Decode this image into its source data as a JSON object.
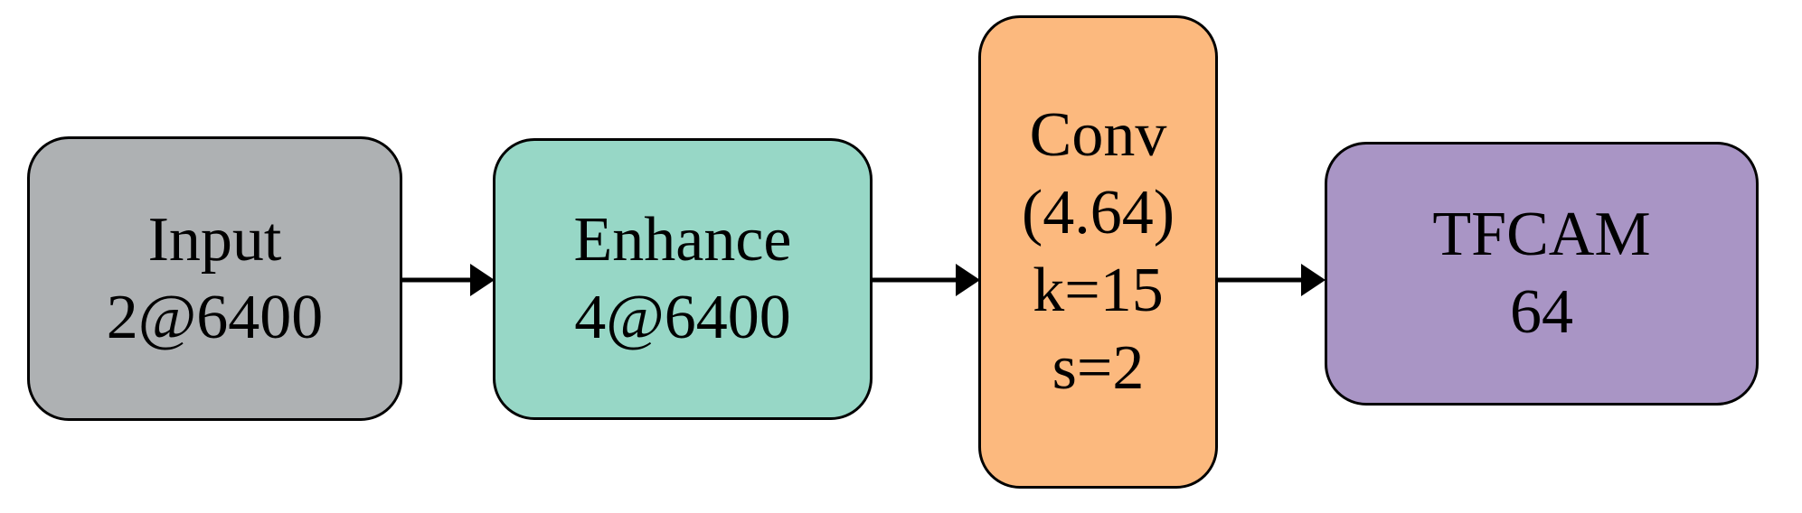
{
  "figure": {
    "title": "network-pipeline-flow-diagram",
    "background": "#ffffff",
    "border_color": "#000000",
    "text_color": "#000000",
    "arrow_color": "#000000",
    "boxes": [
      {
        "id": "input",
        "lines": [
          "Input",
          "2@6400"
        ],
        "fill": "#aeb1b3"
      },
      {
        "id": "enhance",
        "lines": [
          "Enhance",
          "4@6400"
        ],
        "fill": "#97d7c6"
      },
      {
        "id": "conv",
        "lines": [
          "Conv",
          "(4.64)",
          "k=15",
          "s=2"
        ],
        "fill": "#fcb97e"
      },
      {
        "id": "tfcam",
        "lines": [
          "TFCAM",
          "64"
        ],
        "fill": "#a995c5"
      }
    ],
    "arrows": [
      {
        "from": "input",
        "to": "enhance"
      },
      {
        "from": "enhance",
        "to": "conv"
      },
      {
        "from": "conv",
        "to": "tfcam"
      }
    ]
  }
}
